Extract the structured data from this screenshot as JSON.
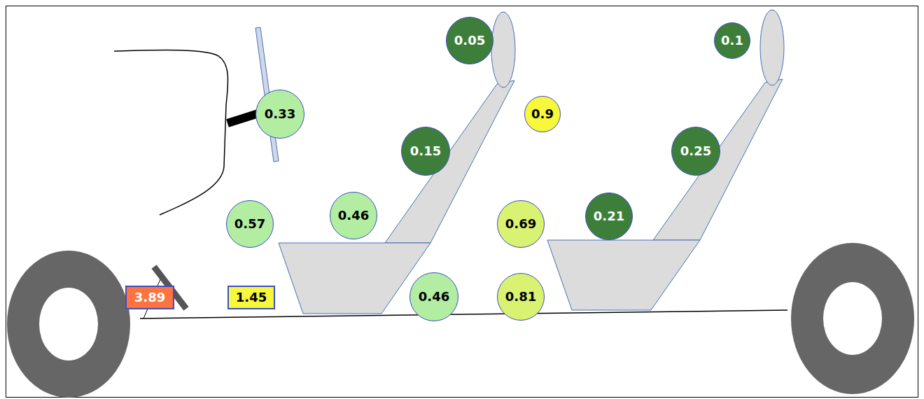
{
  "diagram": {
    "nodes": [
      {
        "text": [
          "0.05"
        ]
      },
      {
        "text": [
          "0.1"
        ]
      },
      {
        "text": [
          "0.33"
        ]
      },
      {
        "text": [
          "0.9"
        ]
      },
      {
        "text": [
          "0.15"
        ]
      },
      {
        "text": [
          "0.25"
        ]
      },
      {
        "text": [
          "0.57"
        ]
      },
      {
        "text": [
          "0.46"
        ]
      },
      {
        "text": [
          "0.69"
        ]
      },
      {
        "text": [
          "0.21"
        ]
      },
      {
        "text": [
          "3.89"
        ]
      },
      {
        "text": [
          "1.45"
        ]
      },
      {
        "text": [
          "0.46"
        ]
      },
      {
        "text": [
          "0.81"
        ]
      }
    ]
  }
}
